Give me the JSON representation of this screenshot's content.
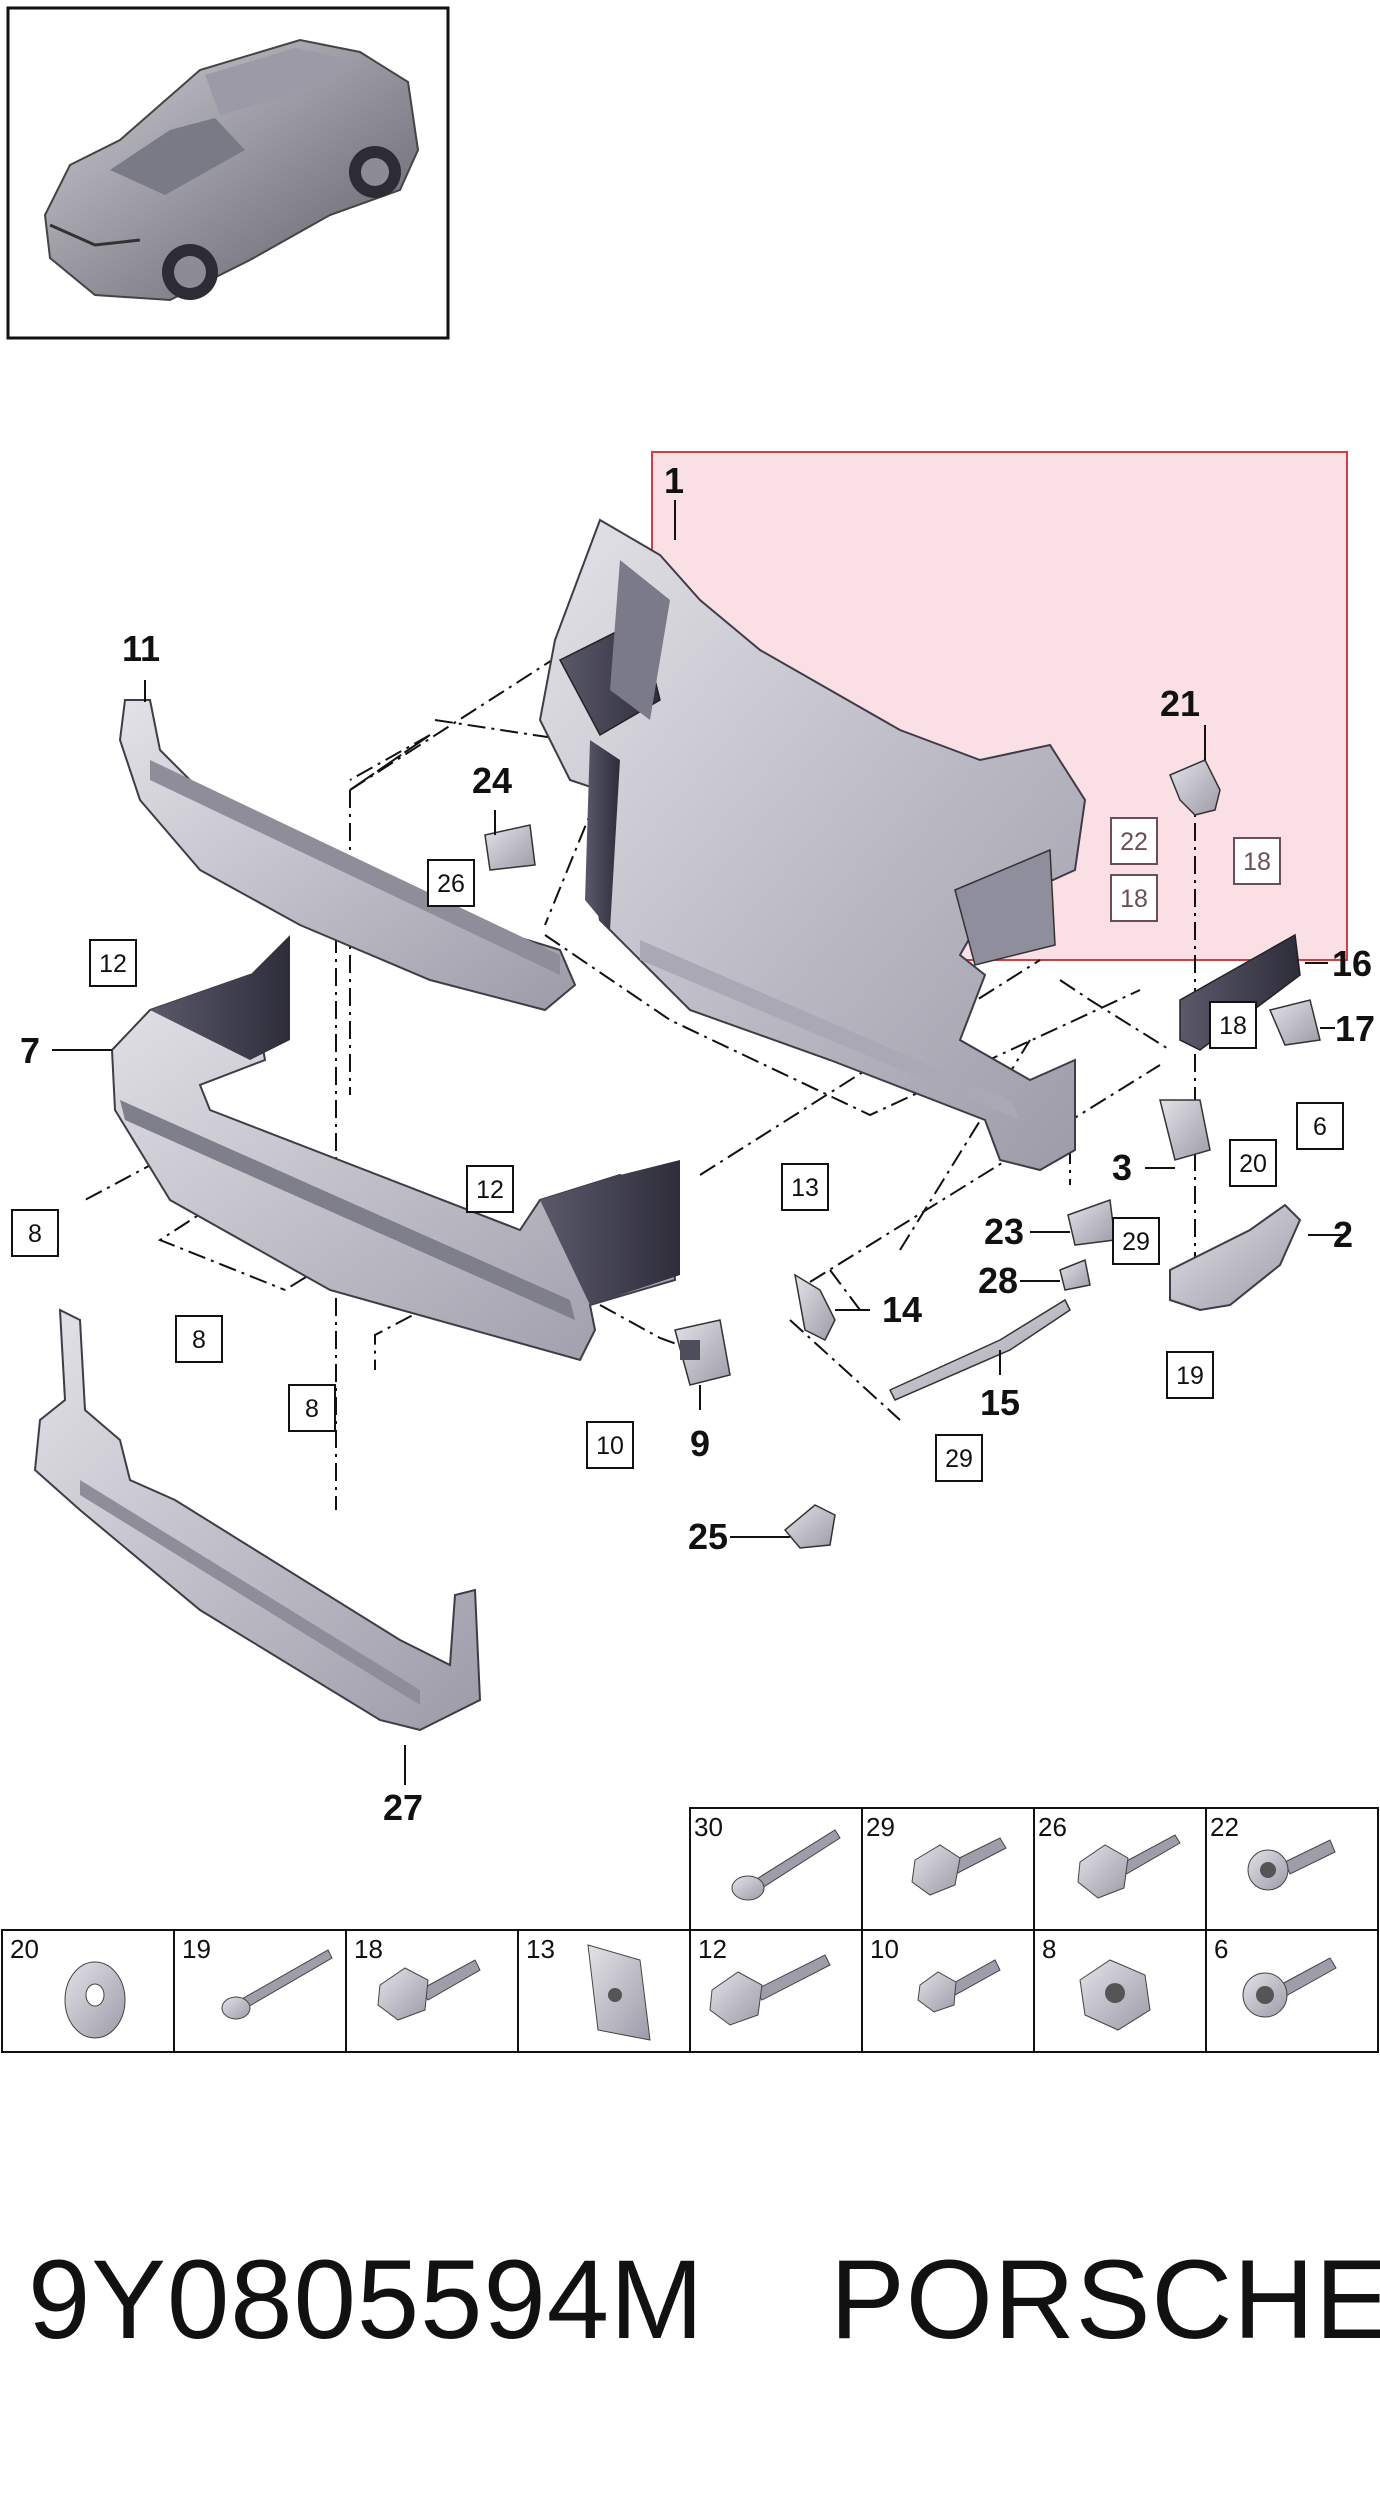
{
  "callouts": [
    {
      "id": "c1",
      "label": "1"
    },
    {
      "id": "c2",
      "label": "2"
    },
    {
      "id": "c3",
      "label": "3"
    },
    {
      "id": "c7",
      "label": "7"
    },
    {
      "id": "c9",
      "label": "9"
    },
    {
      "id": "c11",
      "label": "11"
    },
    {
      "id": "c14",
      "label": "14"
    },
    {
      "id": "c15",
      "label": "15"
    },
    {
      "id": "c16",
      "label": "16"
    },
    {
      "id": "c17",
      "label": "17"
    },
    {
      "id": "c21",
      "label": "21"
    },
    {
      "id": "c23",
      "label": "23"
    },
    {
      "id": "c24",
      "label": "24"
    },
    {
      "id": "c25",
      "label": "25"
    },
    {
      "id": "c27",
      "label": "27"
    },
    {
      "id": "c28",
      "label": "28"
    }
  ],
  "boxed_refs": [
    {
      "label": "12"
    },
    {
      "label": "12"
    },
    {
      "label": "8"
    },
    {
      "label": "8"
    },
    {
      "label": "8"
    },
    {
      "label": "10"
    },
    {
      "label": "13"
    },
    {
      "label": "26"
    },
    {
      "label": "22"
    },
    {
      "label": "18"
    },
    {
      "label": "18"
    },
    {
      "label": "18"
    },
    {
      "label": "6"
    },
    {
      "label": "20"
    },
    {
      "label": "29"
    },
    {
      "label": "29"
    },
    {
      "label": "19"
    }
  ],
  "fastener_table": {
    "top_row": [
      "30",
      "29",
      "26",
      "22"
    ],
    "bottom_row": [
      "20",
      "19",
      "18",
      "13",
      "12",
      "10",
      "8",
      "6"
    ]
  },
  "footer": {
    "part_number": "9Y0805594M",
    "brand": "PORSCHE"
  },
  "colors": {
    "highlight_fill": "#f9d9e0",
    "highlight_border": "#d04040",
    "part_fill": "#c9c8d0",
    "part_dark": "#3a3a48",
    "line": "#111111"
  }
}
